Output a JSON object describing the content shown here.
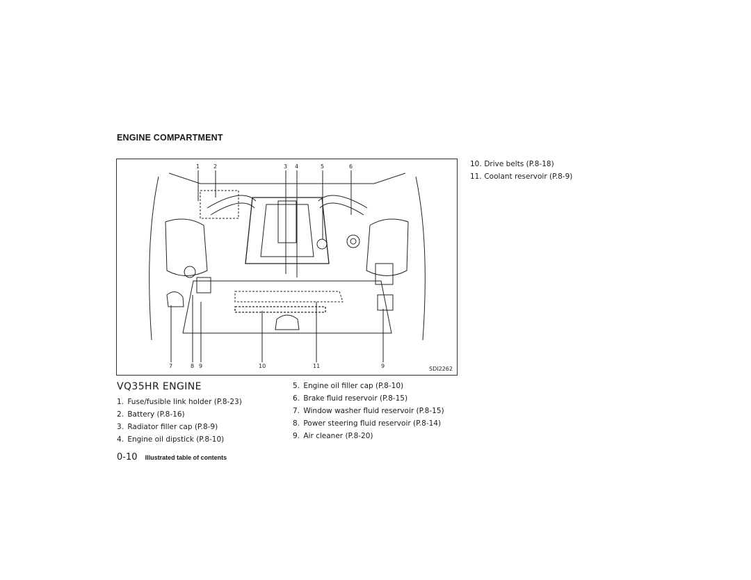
{
  "section_title": "ENGINE COMPARTMENT",
  "figure": {
    "callouts_top": [
      "1",
      "2",
      "3",
      "4",
      "5",
      "6"
    ],
    "callouts_bottom": [
      "7",
      "8",
      "9",
      "10",
      "11",
      "9"
    ],
    "figure_id": "SDI2262"
  },
  "engine_title": "VQ35HR ENGINE",
  "items_left": [
    {
      "num": "1.",
      "text": "Fuse/fusible link holder (P.8-23)"
    },
    {
      "num": "2.",
      "text": "Battery (P.8-16)"
    },
    {
      "num": "3.",
      "text": "Radiator filler cap (P.8-9)"
    },
    {
      "num": "4.",
      "text": "Engine oil dipstick (P.8-10)"
    }
  ],
  "items_middle": [
    {
      "num": "5.",
      "text": "Engine oil filler cap (P.8-10)"
    },
    {
      "num": "6.",
      "text": "Brake fluid reservoir (P.8-15)"
    },
    {
      "num": "7.",
      "text": "Window washer fluid reservoir (P.8-15)"
    },
    {
      "num": "8.",
      "text": "Power steering fluid reservoir (P.8-14)"
    },
    {
      "num": "9.",
      "text": "Air cleaner (P.8-20)"
    }
  ],
  "items_right": [
    {
      "num": "10.",
      "text": "Drive belts (P.8-18)"
    },
    {
      "num": "11.",
      "text": "Coolant reservoir (P.8-9)"
    }
  ],
  "footer": {
    "page_number": "0-10",
    "title": "Illustrated table of contents"
  }
}
